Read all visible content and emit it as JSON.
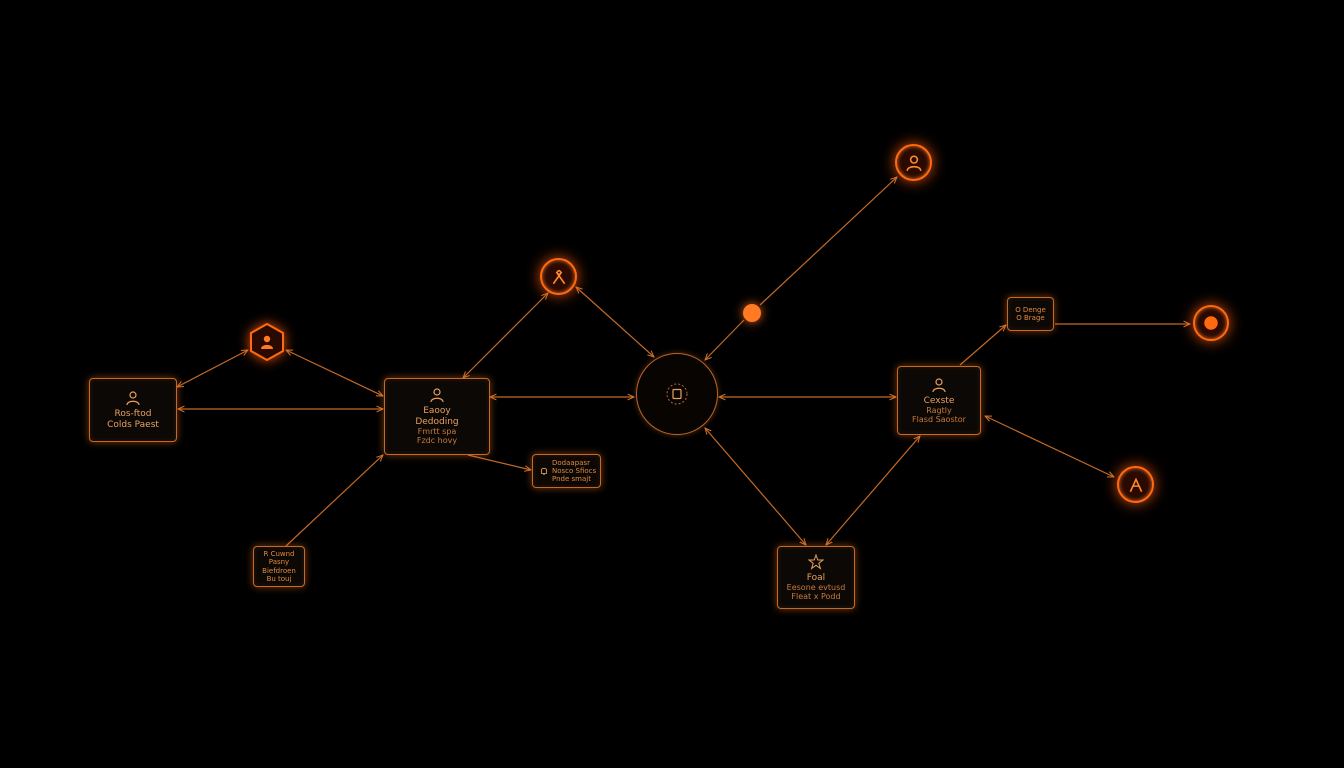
{
  "diagram": {
    "colors": {
      "background": "#000000",
      "accent": "#ff6a10",
      "line": "#c46a26",
      "text": "#e8a060"
    },
    "boxes": {
      "left": {
        "icon": "person-icon",
        "line1": "Ros-ftod",
        "line2": "Colds Paest"
      },
      "center_left": {
        "icon": "person-icon",
        "line1": "Eaooy",
        "line2": "Dedoding",
        "line3": "Fmrtt spa",
        "line4": "Fzdc hovy"
      },
      "small_mid": {
        "icon": "bell-icon",
        "line1": "Dodaapasr",
        "line2": "Nosco Sfiocs",
        "line3": "Pnde smajt"
      },
      "bottom_left": {
        "line1": "R Cuwnd",
        "line2": "Pasny",
        "line3": "Biefdroen",
        "line4": "Bu touj"
      },
      "right": {
        "icon": "person-icon",
        "line1": "Cexste",
        "line2": "Ragtly",
        "line3": "Flasd Saostor"
      },
      "top_right": {
        "line1": "O Denge",
        "line2": "O Brage"
      },
      "bottom_mid": {
        "icon": "star-network-icon",
        "line1": "Foal",
        "line2": "Eesone evtusd",
        "line3": "Fleat x Podd"
      }
    },
    "nodes": {
      "hex_shield": "person-icon",
      "top_orange": "tools-icon",
      "far_top_right": "person-icon",
      "right_plain": "circle-icon",
      "right_lower": "tools-icon",
      "hub": "chip-icon"
    }
  }
}
